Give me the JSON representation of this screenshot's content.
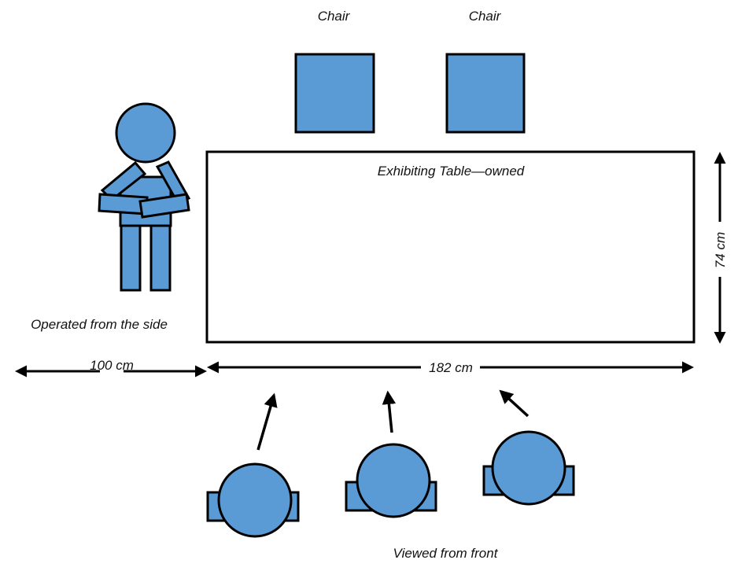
{
  "labels": {
    "chair_left": "Chair",
    "chair_right": "Chair",
    "table": "Exhibiting Table—owned",
    "side_caption": "Operated from the side",
    "side_dimension": "100 cm",
    "table_width": "182 cm",
    "table_depth": "74 cm",
    "front_caption": "Viewed from front"
  },
  "colors": {
    "fill": "#5b9bd5",
    "stroke": "#000000",
    "background": "#ffffff"
  }
}
